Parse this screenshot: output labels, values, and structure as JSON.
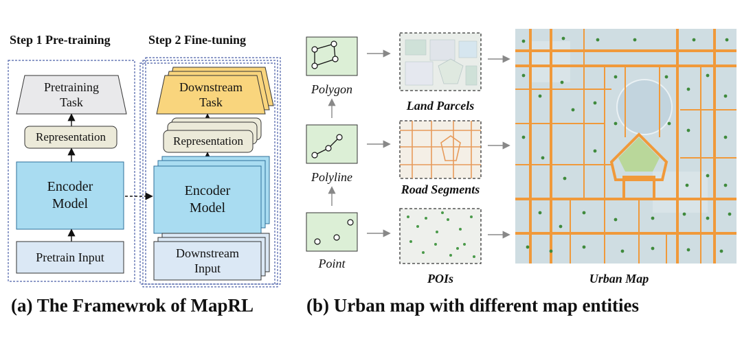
{
  "panel_a": {
    "step1_title": "Step 1 Pre-training",
    "step2_title": "Step 2 Fine-tuning",
    "pretraining_task": "Pretraining\nTask",
    "representation_1": "Representation",
    "encoder_1": "Encoder\nModel",
    "pretrain_input": "Pretrain Input",
    "downstream_task": "Downstream\nTask",
    "representation_2": "Representation",
    "encoder_2": "Encoder\nModel",
    "downstream_input": "Downstream\nInput",
    "caption": "(a) The Framewrok of MapRL"
  },
  "panel_b": {
    "entities": {
      "polygon": "Polygon",
      "polyline": "Polyline",
      "point": "Point"
    },
    "groups": {
      "land_parcels": "Land Parcels",
      "road_segments": "Road Segments",
      "pois": "POIs"
    },
    "urban_map": "Urban Map",
    "caption": "(b) Urban map with different map entities"
  },
  "colors": {
    "task_gray": "#e9e9eb",
    "task_yellow": "#f9d57d",
    "representation": "#ecead9",
    "encoder": "#a9dcf1",
    "input": "#dbe8f5",
    "entity_green": "#dcefd6",
    "road_orange": "#f0993a",
    "poi_green": "#3f8a3c",
    "map_base": "#cfdde2",
    "dashed_blue": "#4a5fa8"
  }
}
